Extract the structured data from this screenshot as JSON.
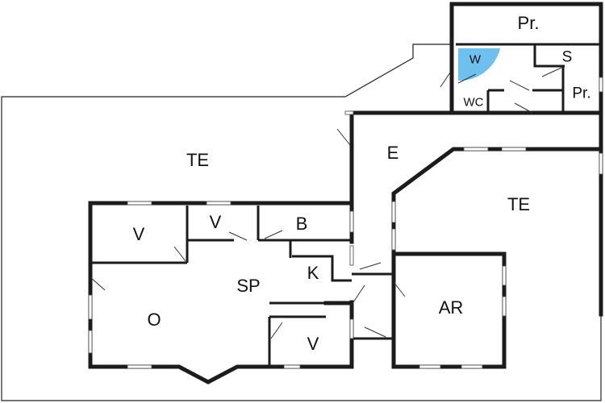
{
  "floorplan": {
    "accent_color": "#6ec1ee",
    "rooms": {
      "te_left": "TE",
      "te_right": "TE",
      "pr_top": "Pr.",
      "pr_right": "Pr.",
      "w": "W",
      "s": "S",
      "wc": "WC",
      "e": "E",
      "v1": "V",
      "v2": "V",
      "v3": "V",
      "b": "B",
      "k": "K",
      "sp": "SP",
      "o": "O",
      "ar": "AR"
    }
  }
}
